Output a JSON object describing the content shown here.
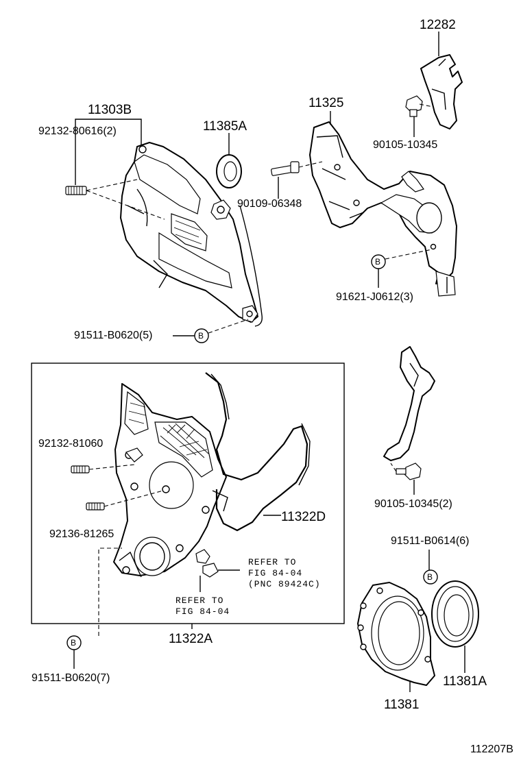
{
  "labels": {
    "p11303b": "11303B",
    "p92132_80616": "92132-80616(2)",
    "p11385a": "11385A",
    "p11325": "11325",
    "p12282": "12282",
    "p90105_10345_a": "90105-10345",
    "p90109_06348": "90109-06348",
    "p91621": "91621-J0612(3)",
    "p91511_b0620_5": "91511-B0620(5)",
    "p92132_81060": "92132-81060",
    "p92136_81265": "92136-81265",
    "p11322d": "11322D",
    "p90105_10345_2": "90105-10345(2)",
    "p91511_b0614": "91511-B0614(6)",
    "refer1_a": "REFER TO",
    "refer1_b": "FIG 84-04",
    "refer1_c": "(PNC 89424C)",
    "refer2_a": "REFER TO",
    "refer2_b": "FIG 84-04",
    "p11322a": "11322A",
    "p91511_b0620_7": "91511-B0620(7)",
    "p11381": "11381",
    "p11381a": "11381A",
    "marker_b": "B",
    "diagram_id": "112207B"
  }
}
